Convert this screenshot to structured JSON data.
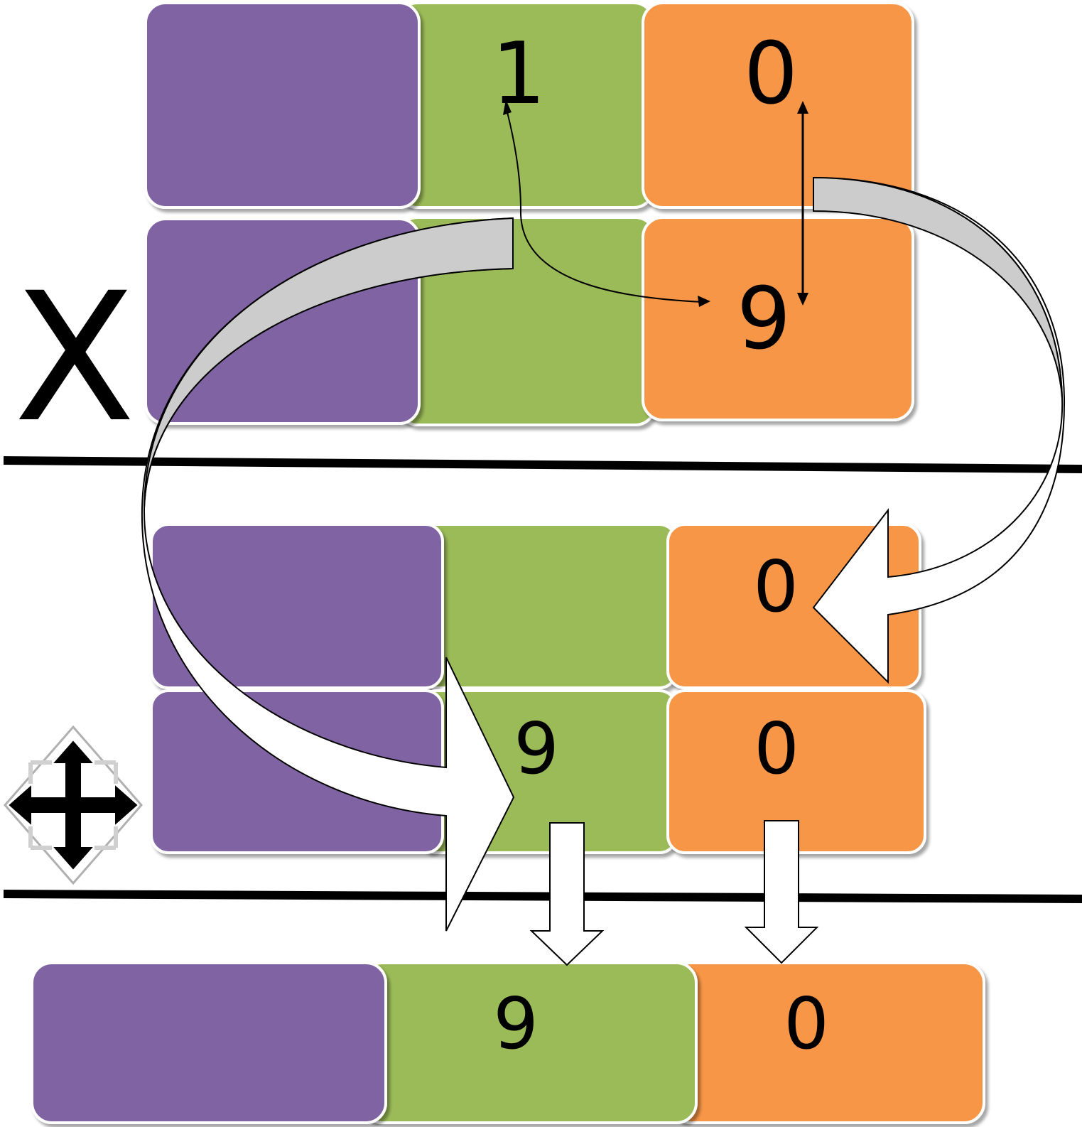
{
  "colors": {
    "hundreds": "#8064a2",
    "tens": "#9bbb59",
    "ones": "#f79646",
    "arrow_fill": "#ffffff",
    "arrow_shade": "#cccccc",
    "line": "#000000"
  },
  "operation_symbol": "X",
  "operation_icon": "four-way-arrow-icon",
  "rows": {
    "top_factor": {
      "hundreds": "",
      "tens": "1",
      "ones": "0"
    },
    "bottom_factor": {
      "hundreds": "",
      "tens": "",
      "ones": "9"
    },
    "partial_1": {
      "hundreds": "",
      "tens": "",
      "ones": "0"
    },
    "partial_2": {
      "hundreds": "",
      "tens": "9",
      "ones": "0"
    },
    "result": {
      "hundreds": "",
      "tens": "9",
      "ones": "0"
    }
  }
}
